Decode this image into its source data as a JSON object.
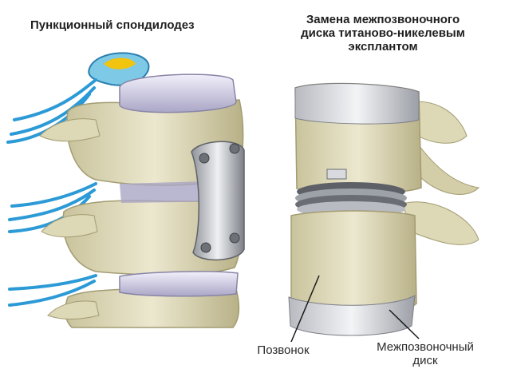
{
  "left_panel": {
    "title": "Пункционный спондилодез"
  },
  "right_panel": {
    "title_lines": [
      "Замена межпозвоночного",
      "диска титаново-никелевым",
      "эксплантом"
    ],
    "callouts": {
      "vertebra": "Позвонок",
      "disc_line1": "Межпозвоночный",
      "disc_line2": "диск"
    }
  },
  "colors": {
    "bone": "#e6e2c4",
    "bone_shadow": "#b9b28a",
    "nerve": "#2b9ad6",
    "disc": "#d9d6ec",
    "metal": "#c9cbd0",
    "cord": "#f1c40f"
  }
}
